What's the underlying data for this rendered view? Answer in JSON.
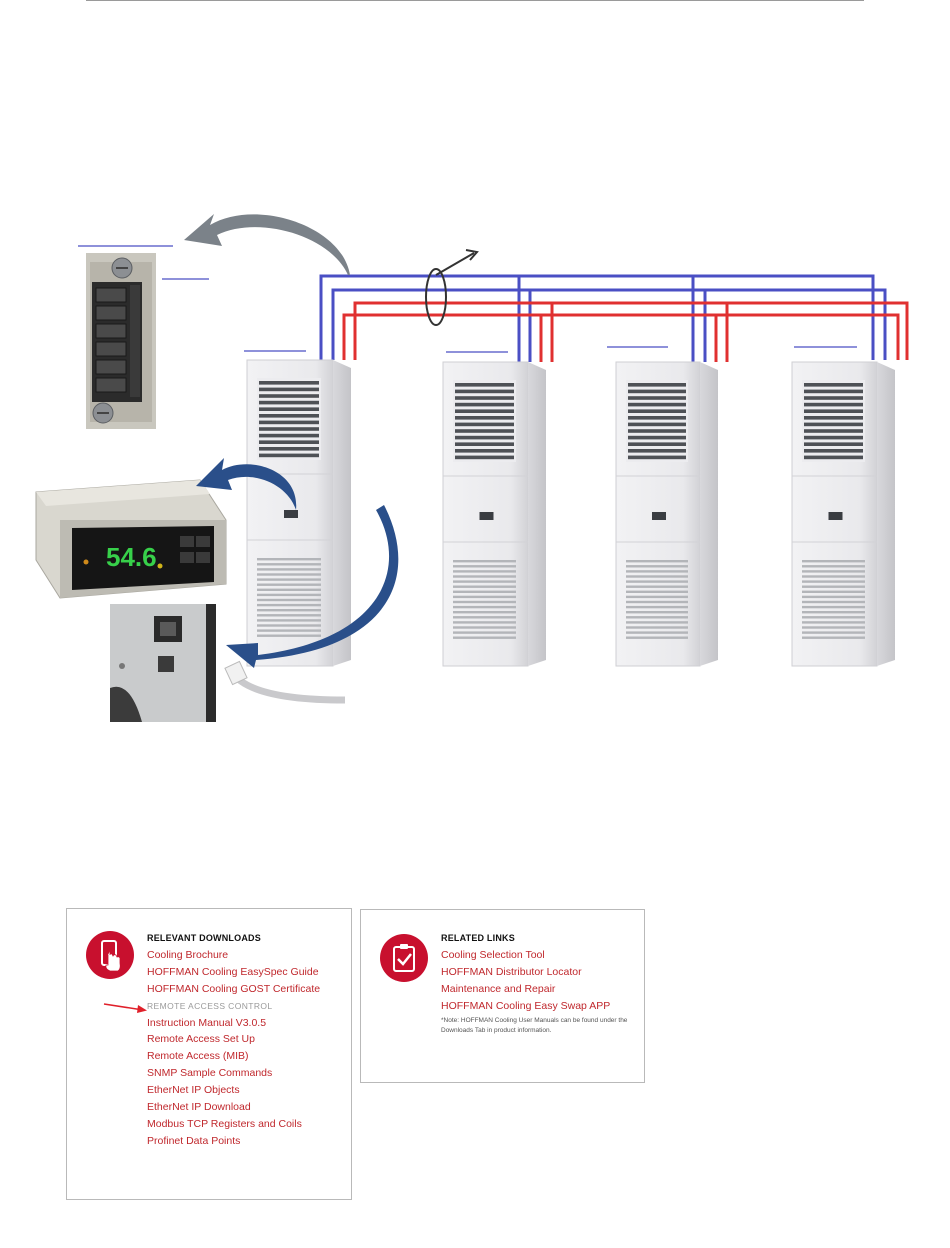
{
  "downloads": {
    "title": "RELEVANT DOWNLOADS",
    "icon": "tablet-touch-icon",
    "items": [
      "Cooling Brochure",
      "HOFFMAN Cooling EasySpec Guide",
      "HOFFMAN Cooling GOST Certificate",
      "REMOTE ACCESS CONTROL",
      "Instruction Manual V3.0.5",
      "Remote Access Set Up",
      "Remote Access (MIB)",
      "SNMP Sample Commands",
      "EtherNet IP Objects",
      "EtherNet IP Download",
      "Modbus TCP Registers and Coils",
      "Profinet Data Points"
    ]
  },
  "related": {
    "title": "RELATED LINKS",
    "icon": "clipboard-check-icon",
    "items": [
      "Cooling Selection Tool",
      "HOFFMAN Distributor Locator",
      "Maintenance and Repair",
      "HOFFMAN Cooling Easy Swap APP"
    ],
    "note": "*Note: HOFFMAN Cooling User Manuals can be found under the Downloads Tab in product information."
  },
  "controller_display": "54.6",
  "colors": {
    "accent_red": "#c0282d",
    "icon_red": "#c8102e",
    "wire_blue": "#4a4fc4",
    "wire_red": "#e03030",
    "arrow_blue": "#2a4f8a"
  }
}
